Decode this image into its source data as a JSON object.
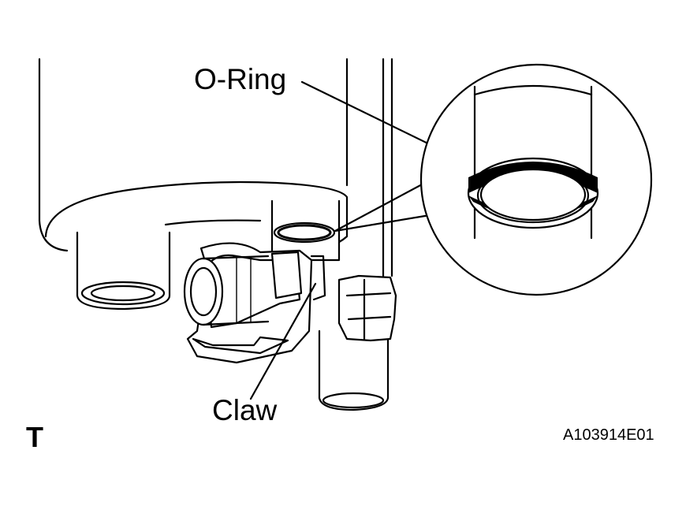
{
  "labels": {
    "o_ring": "O-Ring",
    "claw": "Claw",
    "figure_code": "A103914E01",
    "corner_mark": "T"
  },
  "colors": {
    "line": "#000000",
    "background": "#ffffff"
  }
}
